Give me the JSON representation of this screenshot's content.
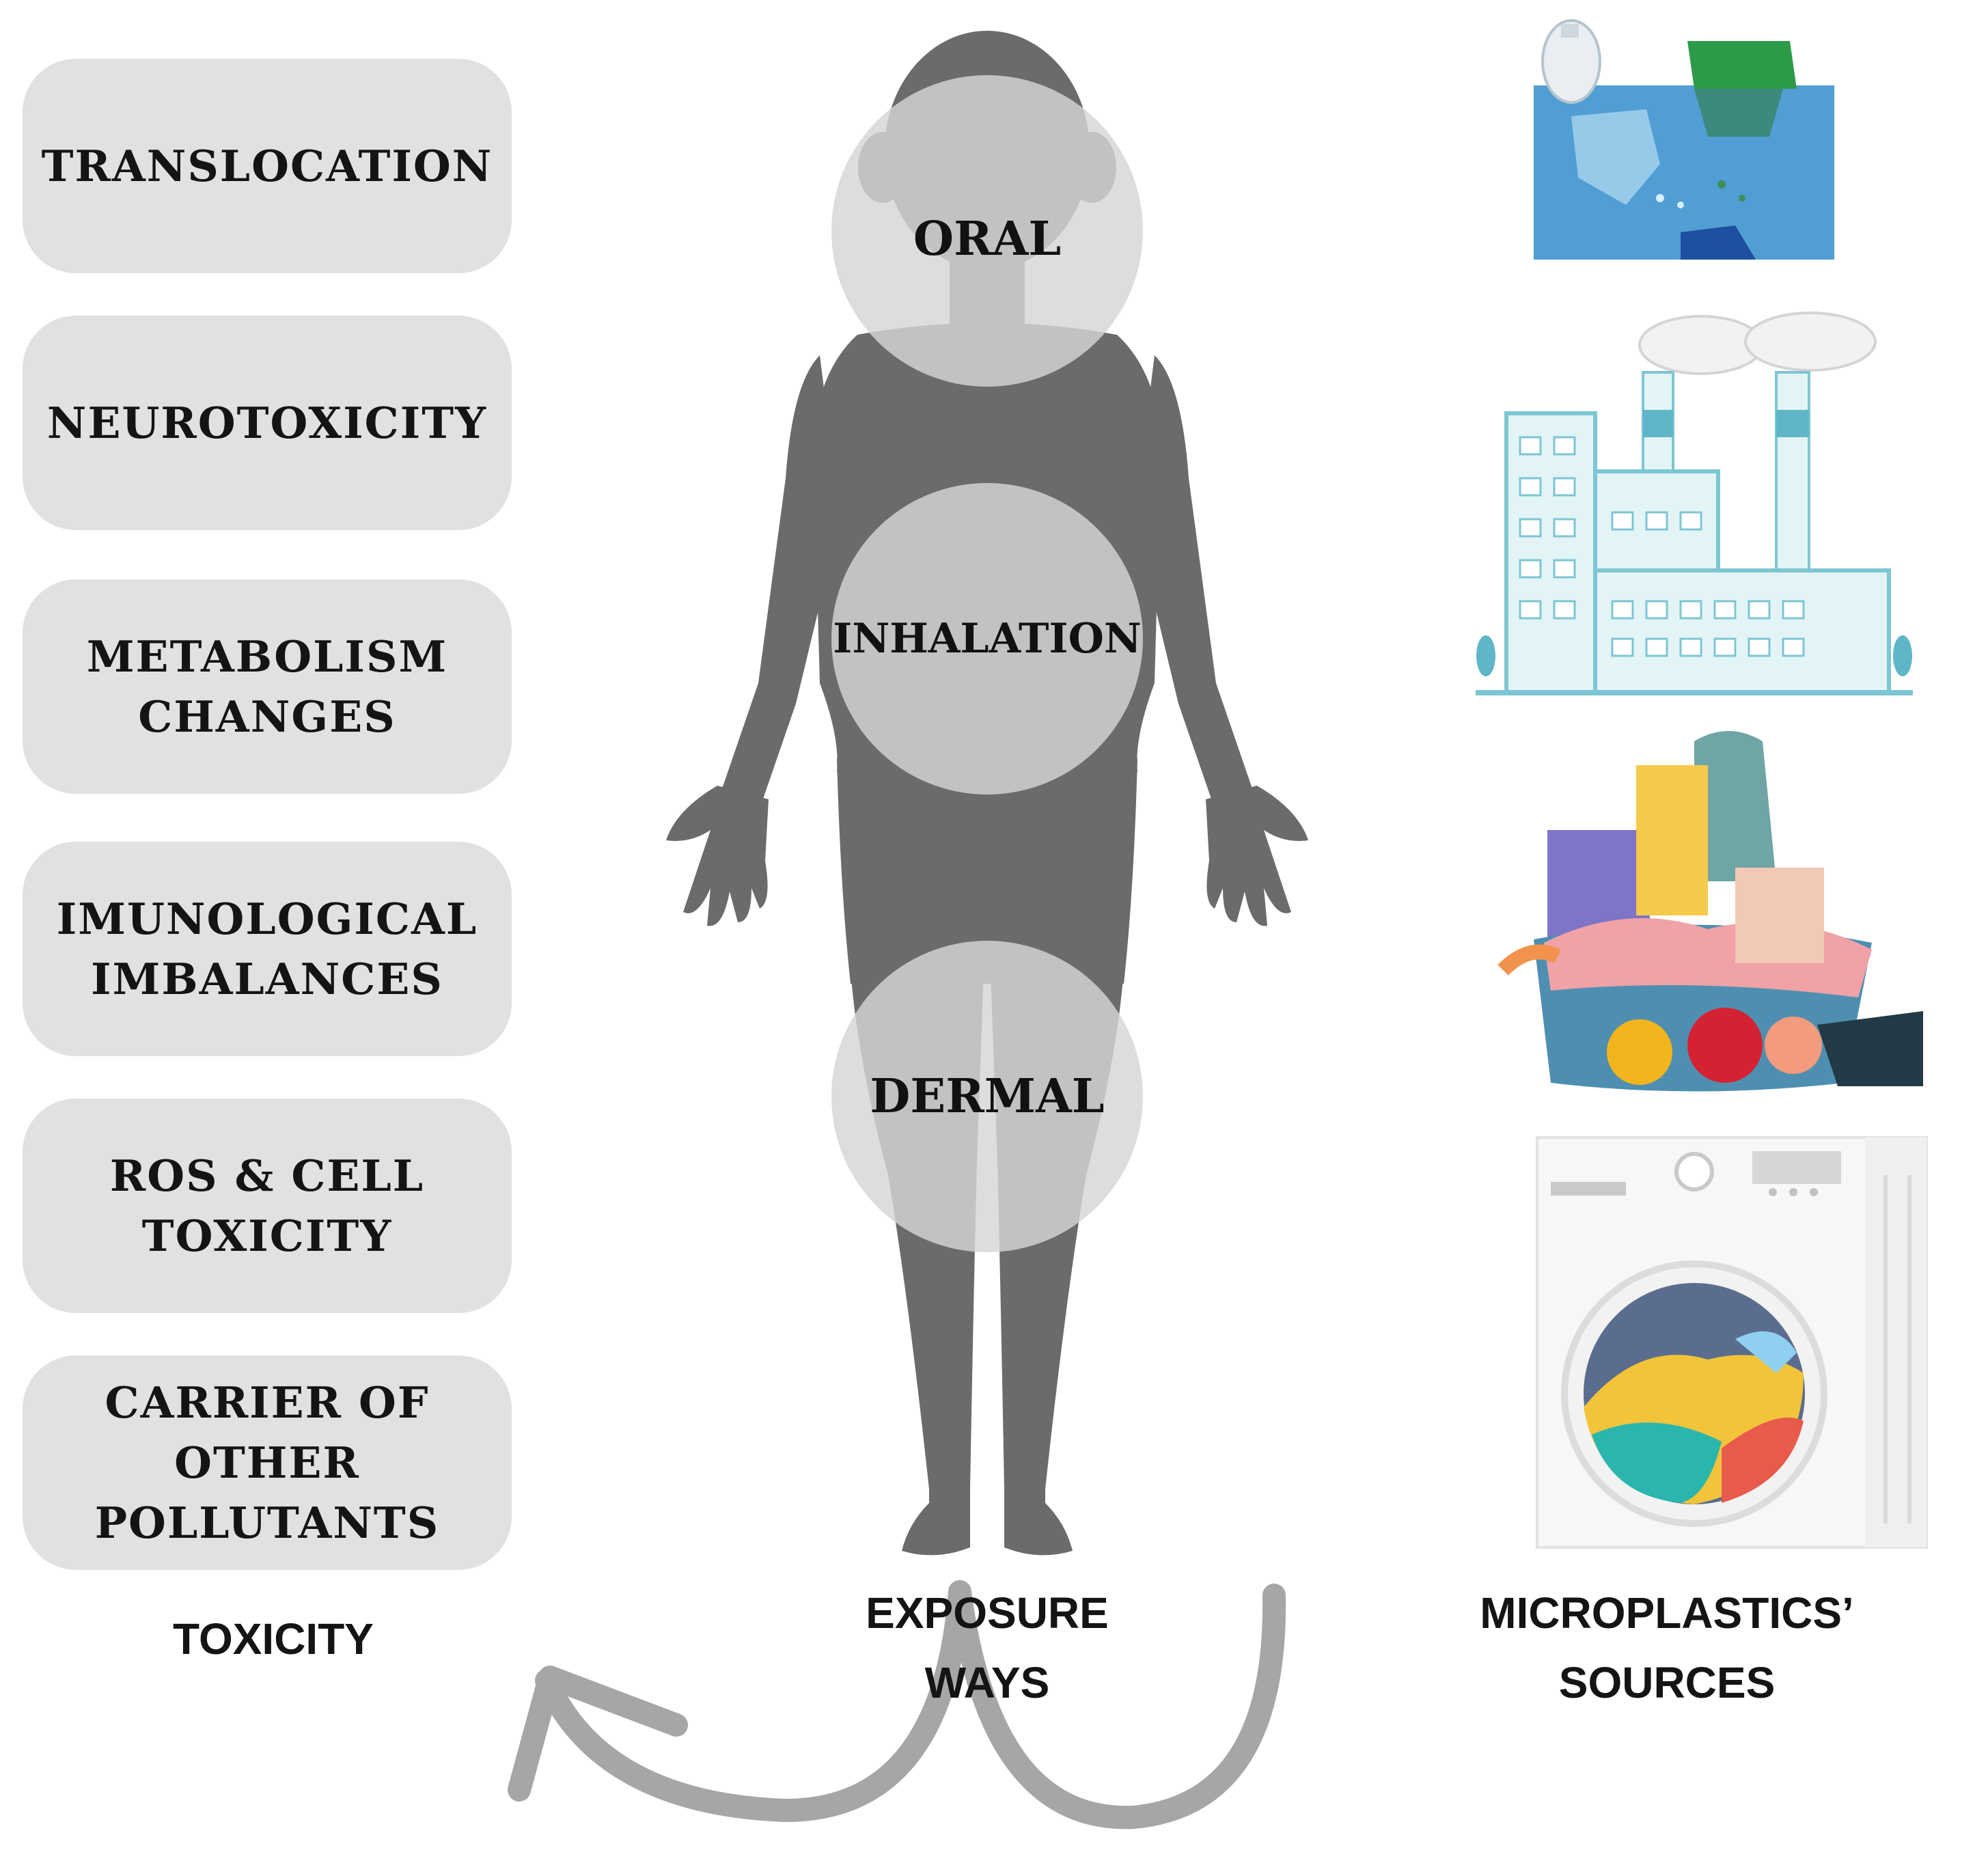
{
  "toxicity": {
    "items": [
      "TRANSLOCATION",
      "NEUROTOXICITY",
      "METABOLISM\nCHANGES",
      "IMUNOLOGICAL\nIMBALANCES",
      "ROS & CELL\nTOXICITY",
      "CARRIER OF\nOTHER\nPOLLUTANTS"
    ],
    "caption": "TOXICITY"
  },
  "exposure": {
    "oral": "ORAL",
    "inhalation": "INHALATION",
    "dermal": "DERMAL",
    "caption": "EXPOSURE\nWAYS"
  },
  "sources": {
    "caption": "MICROPLASTICS’\nSOURCES",
    "icons": [
      "ocean-plastic-icon",
      "factory-icon",
      "laundry-basket-icon",
      "washing-machine-icon"
    ]
  },
  "colors": {
    "box": "#e1e1e1",
    "silhouette": "#6b6b6b",
    "zone": "#d4d4d4",
    "arrow": "#a5a5a5"
  }
}
